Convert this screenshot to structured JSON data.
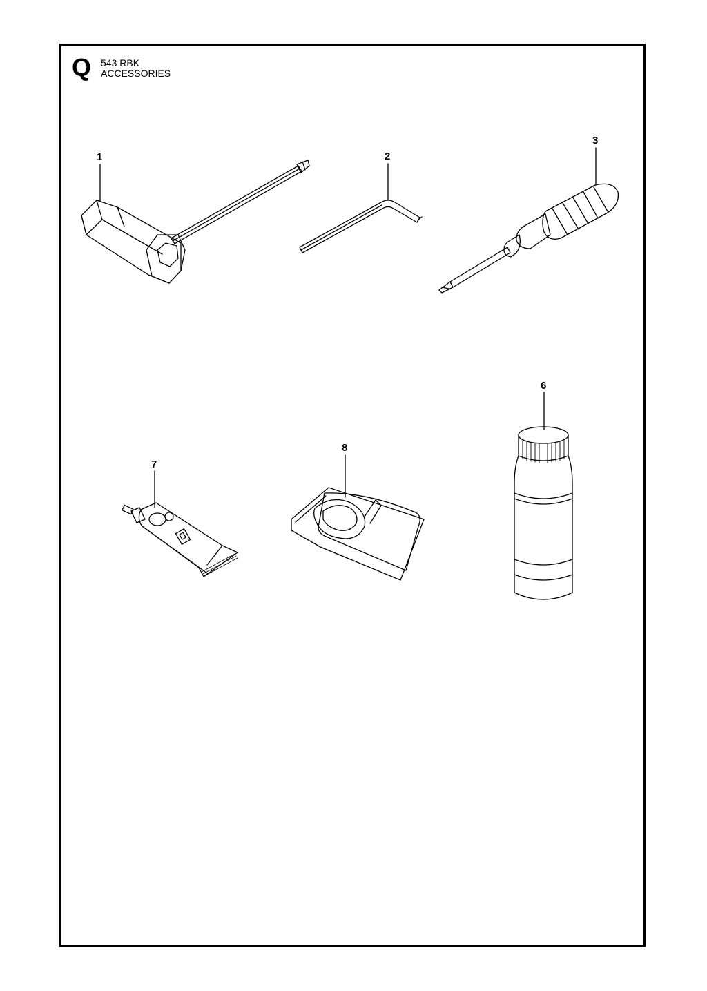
{
  "header": {
    "section_letter": "Q",
    "model": "543 RBK",
    "title": "ACCESSORIES"
  },
  "parts": [
    {
      "number": "1",
      "icon": "combination-spanner-icon"
    },
    {
      "number": "2",
      "icon": "hex-key-icon"
    },
    {
      "number": "3",
      "icon": "screwdriver-icon"
    },
    {
      "number": "6",
      "icon": "oil-bottle-icon"
    },
    {
      "number": "7",
      "icon": "grease-tube-icon"
    },
    {
      "number": "8",
      "icon": "harness-bag-icon"
    }
  ]
}
